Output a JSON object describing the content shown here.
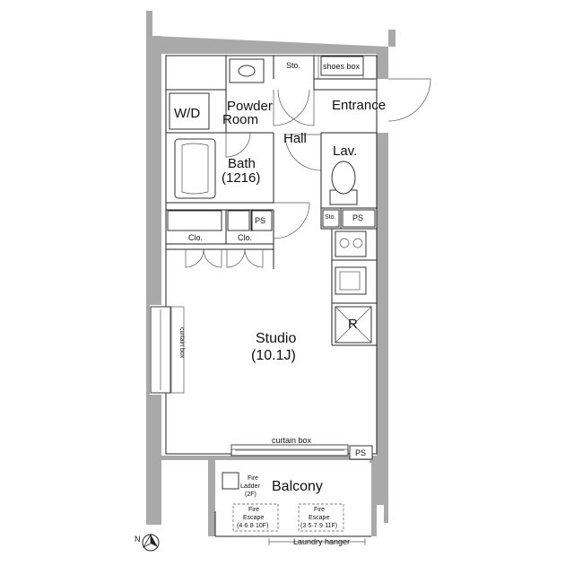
{
  "rooms": {
    "wd": "W/D",
    "powder_1": "Powder",
    "powder_2": "Room",
    "sto_top": "Sto.",
    "shoes_box": "shoes box",
    "entrance": "Entrance",
    "hall": "Hall",
    "lav": "Lav.",
    "bath_1": "Bath",
    "bath_2": "(1216)",
    "ps_1": "PS",
    "clo_1": "Clo.",
    "clo_2": "Clo.",
    "sto_bottom": "Sto.",
    "ps_2": "PS",
    "fridge": "R",
    "curtain_box_side": "curtain box",
    "studio_1": "Studio",
    "studio_2": "(10.1J)",
    "curtain_box_bottom": "curtain box",
    "ps_3": "PS",
    "balcony": "Balcony",
    "fire_ladder_1": "Fire",
    "fire_ladder_2": "Ladder",
    "fire_ladder_3": "(2F)",
    "fire_escape_a_1": "Fire",
    "fire_escape_a_2": "Escape",
    "fire_escape_a_3": "(4·6·8·10F)",
    "fire_escape_b_1": "Fire",
    "fire_escape_b_2": "Escape",
    "fire_escape_b_3": "(3·5·7·9·11F)",
    "laundry_hanger": "Laundry hanger",
    "north": "N"
  }
}
